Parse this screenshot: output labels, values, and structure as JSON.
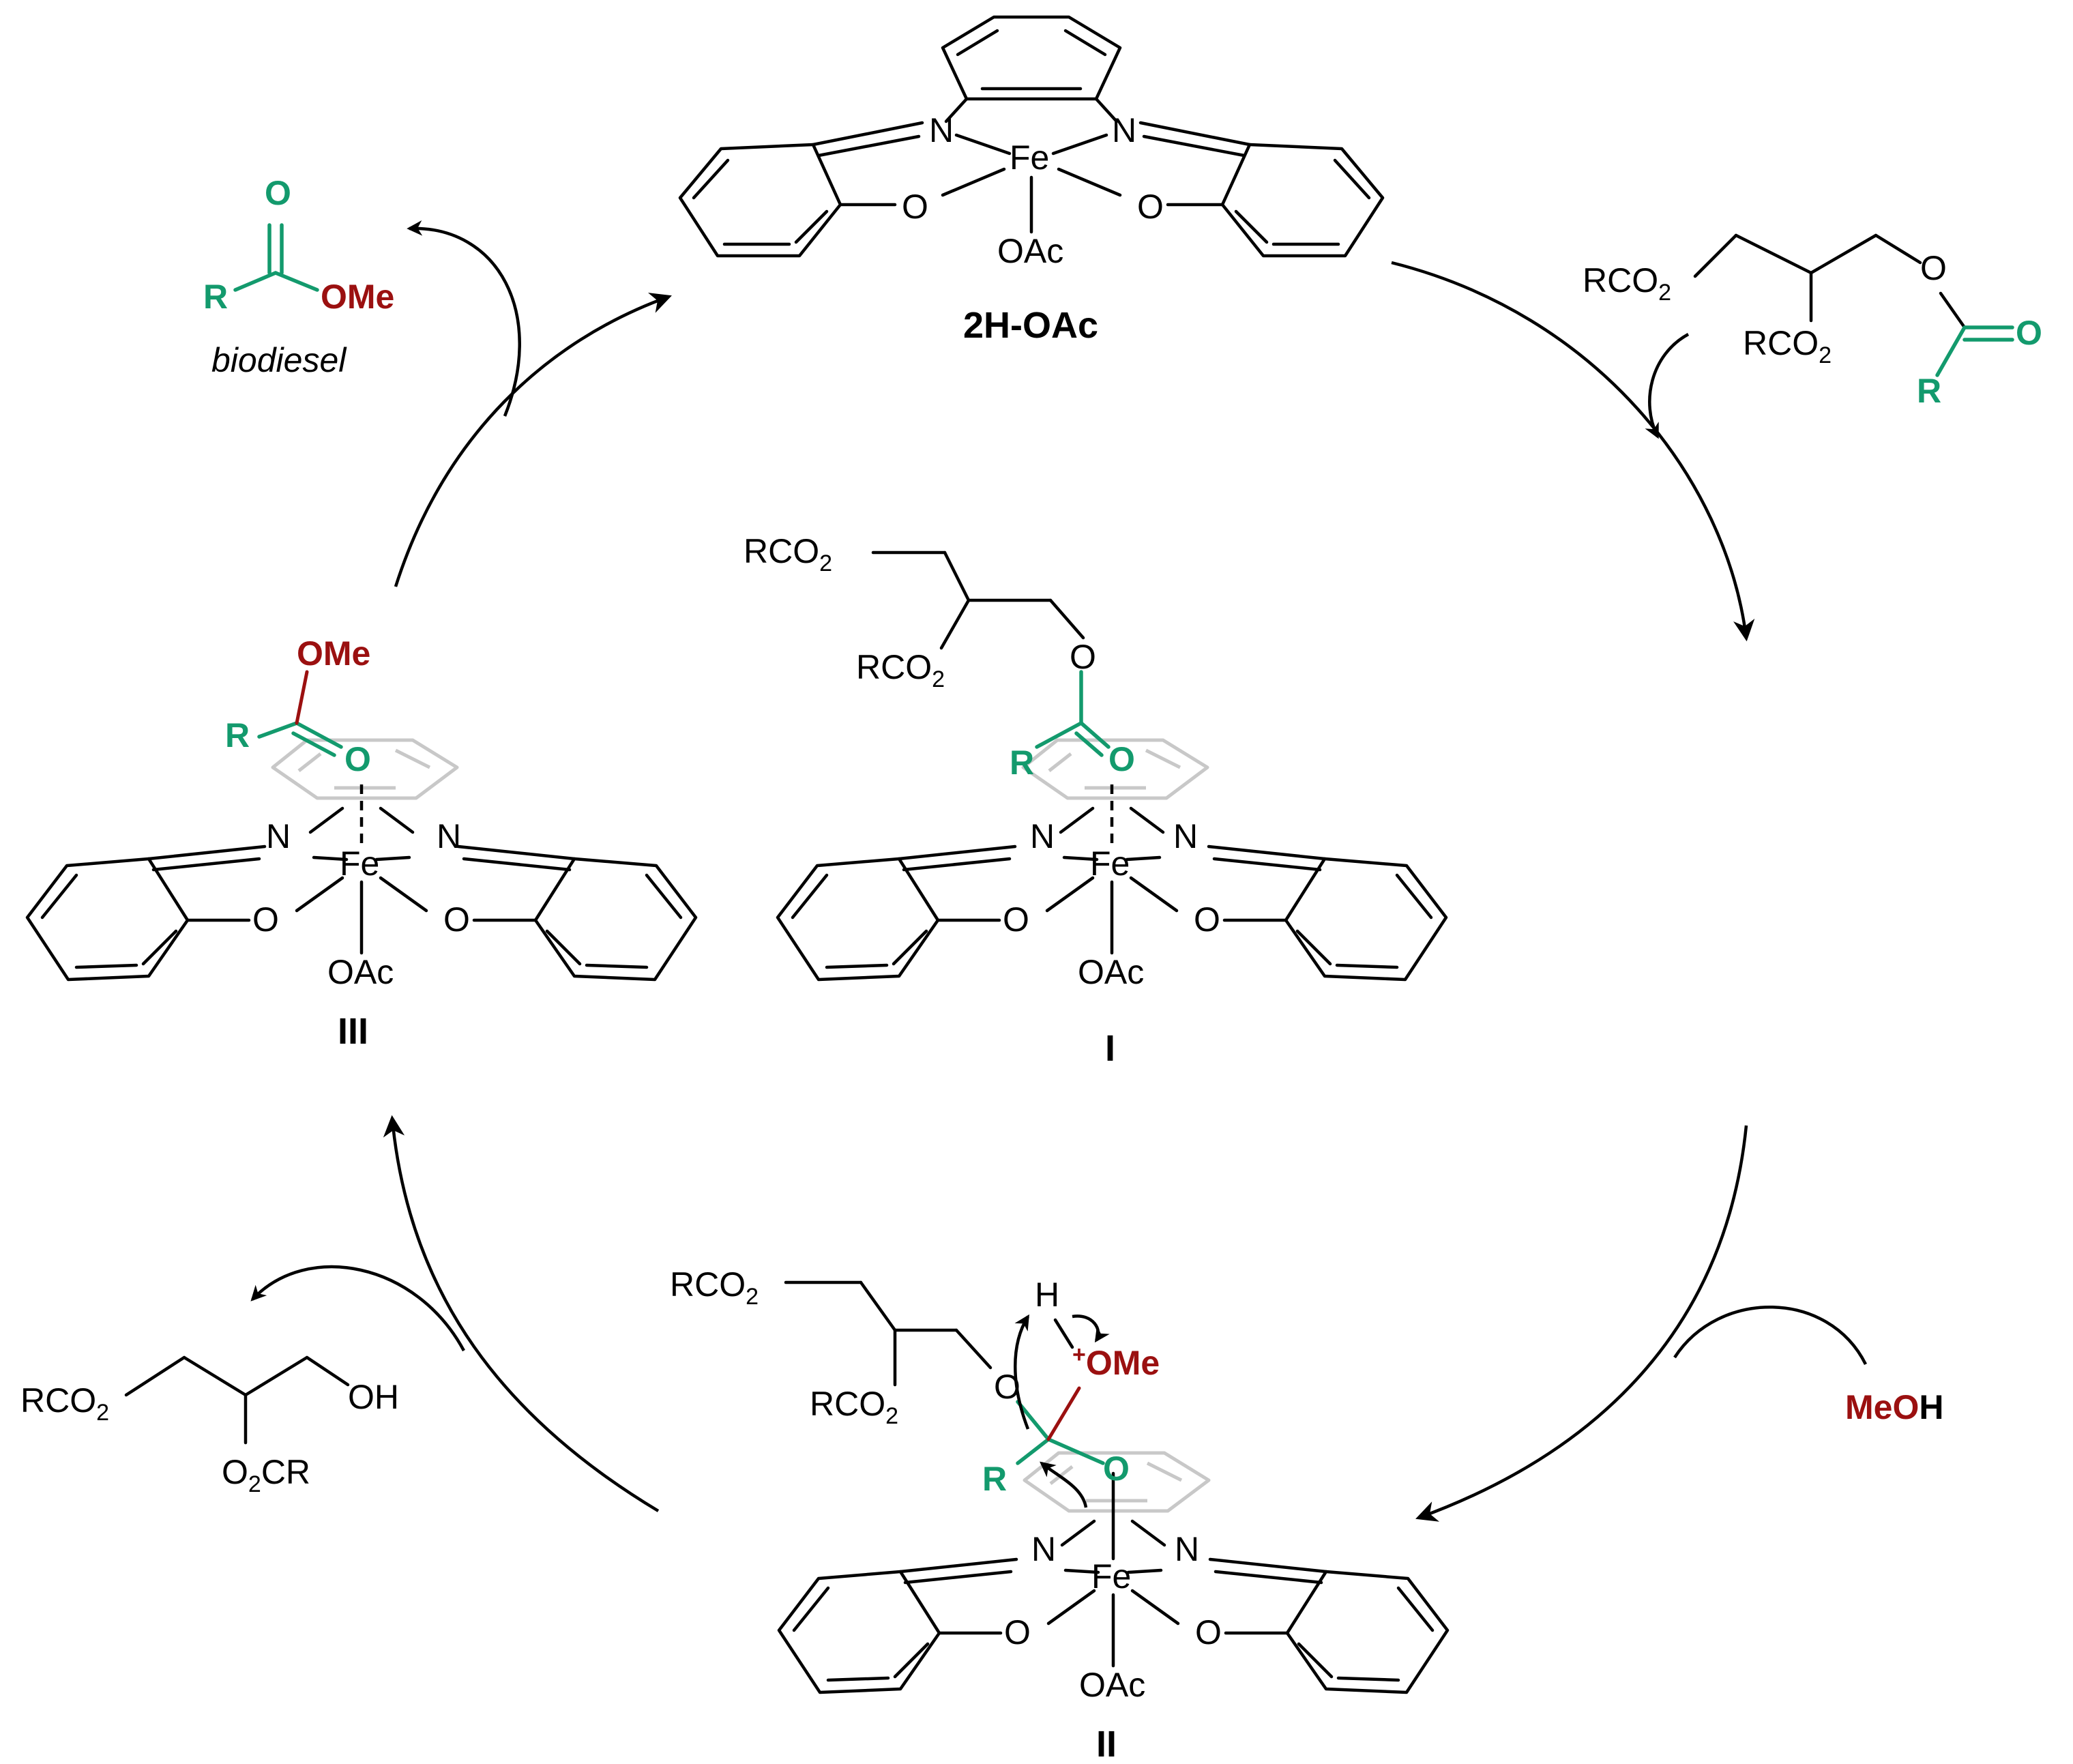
{
  "compounds": {
    "top": {
      "label": "2H-OAc"
    },
    "right": {
      "label": "I"
    },
    "bottom": {
      "label": "II"
    },
    "left": {
      "label": "III"
    }
  },
  "atoms": {
    "Fe": "Fe",
    "N": "N",
    "O": "O",
    "OAc": "OAc",
    "R": "R",
    "OMe": "OMe",
    "H": "H",
    "plus": "+",
    "RCO": "RCO",
    "two": "2",
    "OH": "OH",
    "O2CR_pre": "O",
    "O2CR_post": "CR"
  },
  "reagents": {
    "methanol_me": "MeO",
    "methanol_h": "H",
    "biodiesel": "biodiesel"
  },
  "colors": {
    "green": "#139a6d",
    "red": "#9b1010",
    "ghost": "#c8c8c8"
  }
}
